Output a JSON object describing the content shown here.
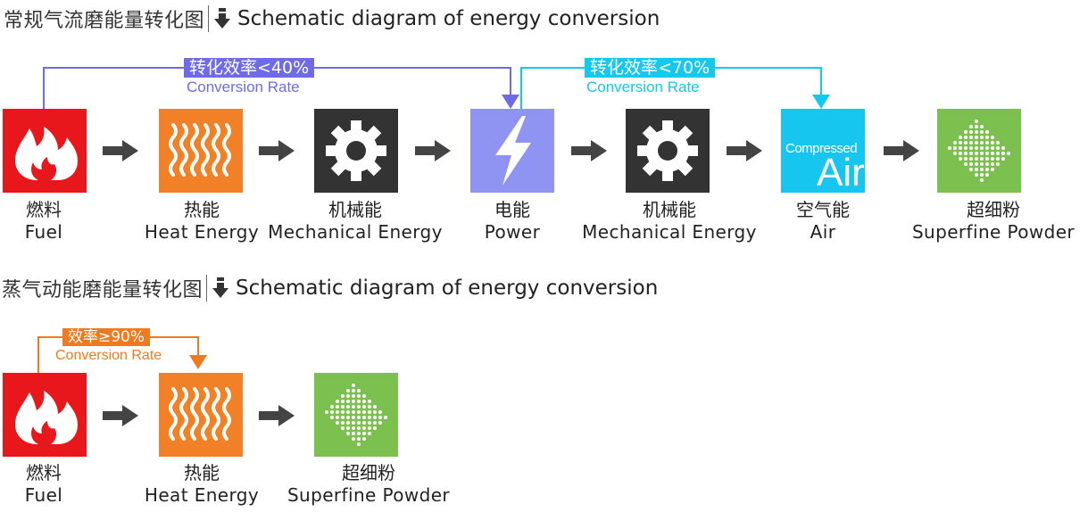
{
  "sections": [
    {
      "title_cn": "常规气流磨能量转化图",
      "title_en": "Schematic diagram of energy conversion",
      "rates": [
        {
          "cn": "转化效率<40%",
          "en": "Conversion Rate",
          "color": "#6f6be8"
        },
        {
          "cn": "转化效率<70%",
          "en": "Conversion Rate",
          "color": "#15c8ee"
        }
      ],
      "steps": [
        {
          "cn": "燃料",
          "en": "Fuel",
          "icon": "flame-icon",
          "color": "#e8171b"
        },
        {
          "cn": "热能",
          "en": "Heat Energy",
          "icon": "heat-waves-icon",
          "color": "#f28026"
        },
        {
          "cn": "机械能",
          "en": "Mechanical Energy",
          "icon": "gear-icon",
          "color": "#333333"
        },
        {
          "cn": "电能",
          "en": "Power",
          "icon": "lightning-icon",
          "color": "#8f93f2"
        },
        {
          "cn": "机械能",
          "en": "Mechanical Energy",
          "icon": "gear-icon",
          "color": "#333333"
        },
        {
          "cn": "空气能",
          "en": "Air",
          "icon": "compressed-air-icon",
          "color": "#17c6ee",
          "box_line1": "Compressed",
          "box_line2": "Air"
        },
        {
          "cn": "超细粉",
          "en": "Superfine Powder",
          "icon": "dot-grid-icon",
          "color": "#7cc04f"
        }
      ]
    },
    {
      "title_cn": "蒸气动能磨能量转化图",
      "title_en": "Schematic diagram of energy conversion",
      "rates": [
        {
          "cn": "效率≥90%",
          "en": "Conversion Rate",
          "color": "#f07a1e"
        }
      ],
      "steps": [
        {
          "cn": "燃料",
          "en": "Fuel",
          "icon": "flame-icon",
          "color": "#e8171b"
        },
        {
          "cn": "热能",
          "en": "Heat Energy",
          "icon": "heat-waves-icon",
          "color": "#f28026"
        },
        {
          "cn": "超细粉",
          "en": "Superfine Powder",
          "icon": "dot-grid-icon",
          "color": "#7cc04f"
        }
      ]
    }
  ]
}
